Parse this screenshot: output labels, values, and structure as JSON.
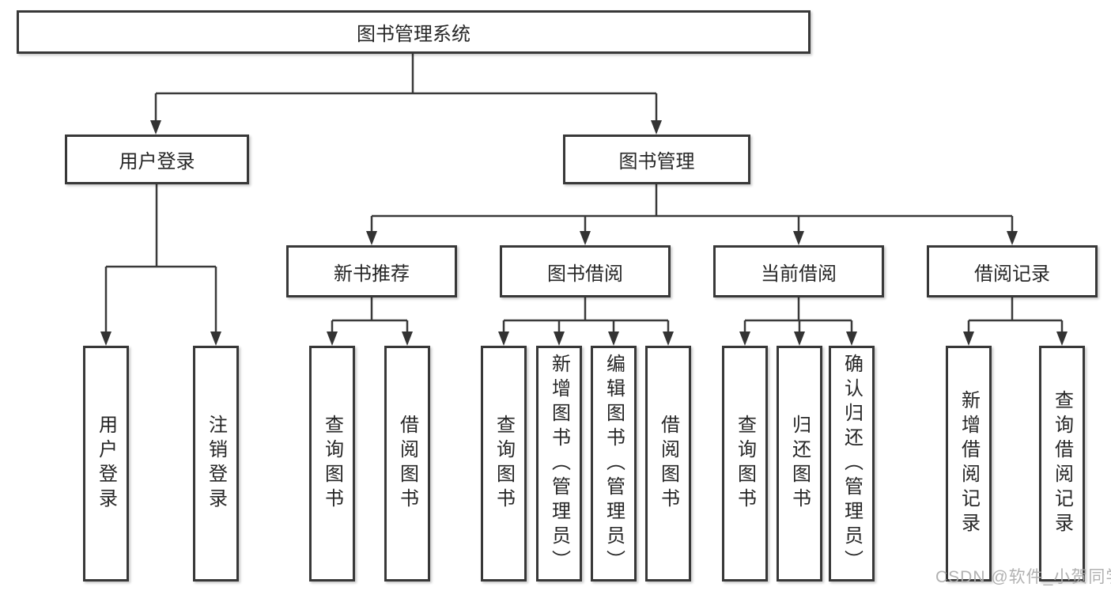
{
  "diagram_title": "图书管理系统",
  "colors": {
    "line": "#3a3a3a",
    "box_border": "#383838",
    "text": "#262626",
    "watermark": "#adadad",
    "background": "#ffffff"
  },
  "nodes": {
    "root": "图书管理系统",
    "user_login": "用户登录",
    "book_mgmt": "图书管理",
    "new_books": "新书推荐",
    "book_borrow": "图书借阅",
    "current_borrow": "当前借阅",
    "borrow_records": "借阅记录"
  },
  "leaves": {
    "user_login": [
      "用户登录",
      "注销登录"
    ],
    "new_books": [
      "查询图书",
      "借阅图书"
    ],
    "book_borrow": [
      "查询图书",
      "新增图书（管理员）",
      "编辑图书（管理员）",
      "借阅图书"
    ],
    "current_borrow": [
      "查询图书",
      "归还图书",
      "确认归还（管理员）"
    ],
    "borrow_records": [
      "新增借阅记录",
      "查询借阅记录"
    ]
  },
  "watermark": {
    "text": "CSDN @软件_小贺同学"
  }
}
